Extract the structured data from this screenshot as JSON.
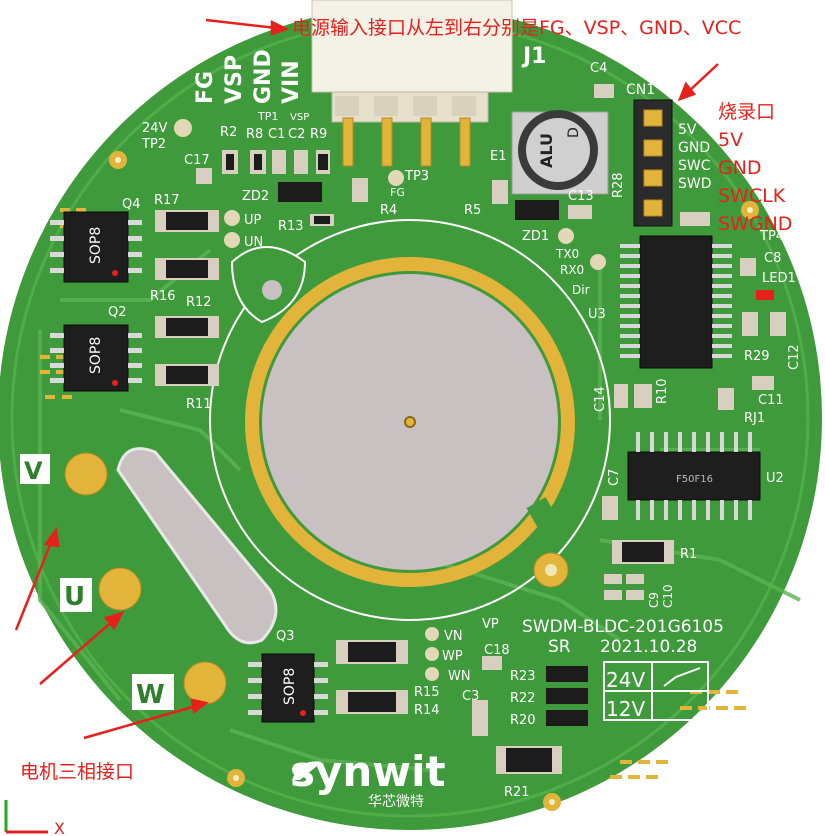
{
  "colors": {
    "board": "#3f9a3b",
    "board_dark": "#2f7f2e",
    "silk": "#ffffff",
    "pad": "#e2b43a",
    "annotation": "#e8201c",
    "hole": "#c9c0c2"
  },
  "annotations": {
    "power_header": "电源输入接口从左到右分别是FG、VSP、GND、VCC",
    "programming_port": "烧录口",
    "prog_5v": "5V",
    "prog_gnd": "GND",
    "prog_swclk": "SWCLK",
    "prog_swgnd": "SWGND",
    "motor_phases": "电机三相接口"
  },
  "board": {
    "j1": "J1",
    "j1_pins": [
      "FG",
      "VSP",
      "GND",
      "VIN"
    ],
    "cn1": "CN1",
    "cn1_pins": [
      "5V",
      "GND",
      "SWC",
      "SWD"
    ],
    "board_name": "SWDM-BLDC-201G6105",
    "revision": "SR",
    "date": "2021.10.28",
    "voltage_a": "24V",
    "voltage_b": "12V",
    "brand": "synwit",
    "brand_cn": "华芯微特",
    "cap_e1_text": "ALU",
    "cap_e1_mark": "D",
    "chip_sop8": "SOP8",
    "phase_v": "V",
    "phase_u": "U",
    "phase_w": "W",
    "axis_x": "X"
  },
  "refdes": {
    "tp1": "TP1",
    "vsp": "VSP",
    "tp2_v": "24V",
    "tp2": "TP2",
    "r2": "R2",
    "r8": "R8",
    "c1": "C1",
    "c2": "C2",
    "r9": "R9",
    "c17": "C17",
    "zd2": "ZD2",
    "fg": "FG",
    "tp3": "TP3",
    "r4": "R4",
    "r13": "R13",
    "q4": "Q4",
    "r17": "R17",
    "up": "UP",
    "un": "UN",
    "r16": "R16",
    "q2": "Q2",
    "r12": "R12",
    "r11": "R11",
    "c4": "C4",
    "e1": "E1",
    "r5": "R5",
    "c13": "C13",
    "zd1": "ZD1",
    "r28": "R28",
    "tx0": "TX0",
    "rx0": "RX0",
    "dir": "Dir",
    "tp4": "TP4",
    "c8": "C8",
    "led1": "LED1",
    "u3": "U3",
    "r29": "R29",
    "c12": "C12",
    "c14": "C14",
    "r10": "R10",
    "c11": "C11",
    "rj1": "RJ1",
    "c7": "C7",
    "u2": "U2",
    "u2_text": "F50F16",
    "r1": "R1",
    "c9": "C9",
    "c10": "C10",
    "vp": "VP",
    "q3": "Q3",
    "vn": "VN",
    "wp": "WP",
    "wn": "WN",
    "c18": "C18",
    "r23": "R23",
    "r22": "R22",
    "r20": "R20",
    "r15": "R15",
    "r14": "R14",
    "c3": "C3",
    "r21": "R21"
  }
}
